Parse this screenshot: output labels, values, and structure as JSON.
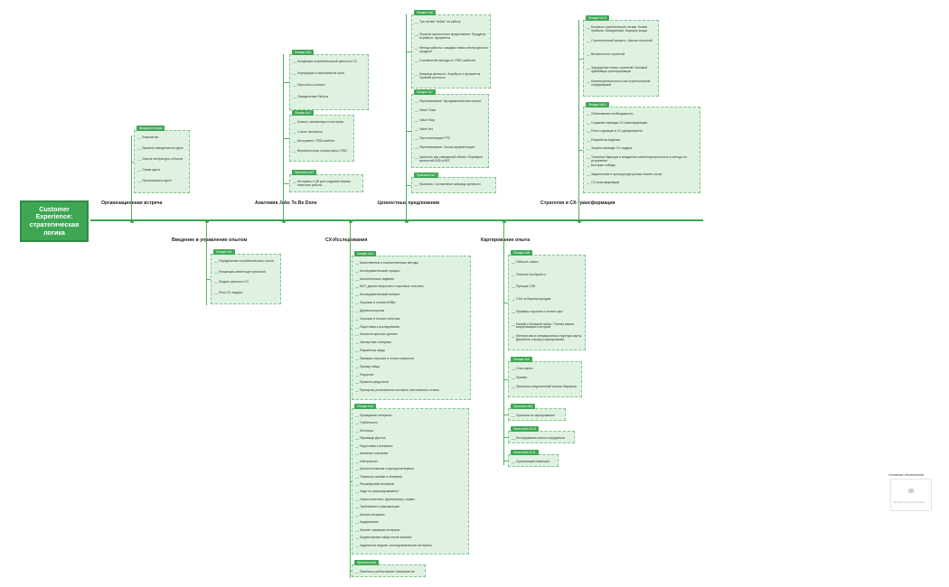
{
  "root_label": "Customer Experience: стратегическая логика",
  "legend_title": "Условные обозначения",
  "legend_caption": "Дизайн-проект (обучающий)",
  "top_branches": [
    {
      "label": "Организационная встреча",
      "boxes": [
        {
          "tag": "Вводная лекция",
          "items": [
            "Знакомство",
            "Правила поведения на курсе",
            "Список литературы и блогов",
            "Схема курса",
            "Организация в курсе"
          ]
        }
      ]
    },
    {
      "label": "Анатомия Jobs To Be Done",
      "boxes": [
        {
          "tag": "Лекция №3",
          "items": [
            "Концепция потребительской ценности CX",
            "Корпорация и изначальные цели",
            "Персона и контекст",
            "Определение Работы"
          ]
        },
        {
          "tag": "Лекция №3",
          "items": [
            "Классы, экземпляры и паттерны",
            "4 силы прогресса",
            "Инструмент JTBD-шаблон",
            "Вероятностная логика карты JTBD"
          ]
        },
        {
          "tag": "Практика №3",
          "items": [
            "Интервью с ИИ для создания первых пачечных работы"
          ]
        }
      ]
    },
    {
      "label": "Ценностные предложения",
      "boxes": [
        {
          "tag": "Лекция №6",
          "items": [
            "Три логики \"кейса\" на работу",
            "Понятие ценностного предложения. Продукты, Атрибуты, Аргументы",
            "Метода работы с каждым типом или процесса в продукте",
            "Составление выгоды от JTBD шаблона",
            "Матрица ценности. Атрибуты и Аргументы. Уровней ценности"
          ]
        },
        {
          "tag": "Лекция №7",
          "items": [
            "Переписывание \"фундаментальная логика\"",
            "Value Chain",
            "Value Shop",
            "Value Net",
            "Персонализация ТРС",
            "Переписывание \"логики аргументации\"",
            "Ценность как совокупный объект. Переворот ценностей B2B и B2C"
          ]
        },
        {
          "tag": "Практика №7",
          "items": [
            "Практика. Составление матрицы ценности"
          ]
        }
      ]
    },
    {
      "label": "Стратегия и CX-трансформация",
      "boxes": [
        {
          "tag": "Лекция №13",
          "items": [
            "Базовые стратегические логики. Новые прибыли. Конкуренция. Барьеры входа",
            "Стратегический процесс. Школы стратегий",
            "Вложенность стратегий",
            "Зарождение новых стратегий. Базовый фреймворк трансформации",
            "Клиентоцентричность как стратегический полуфабрикат"
          ]
        },
        {
          "tag": "Лекция №14",
          "items": [
            "Обоснование необходимости",
            "Создание команды CX-трансформации",
            "Роли и функции в CX-департаменте",
            "Разработка видения",
            "Защита команды CX-лидера",
            "Типичные барьеры и внедрение клиентоцентричности и методы их устранения",
            "Быстрые победы",
            "Закрепление в оргструктуре разных бизнес-логик",
            "CX-трансформация"
          ]
        }
      ]
    }
  ],
  "bottom_branches": [
    {
      "label": "Введение в управление опытом",
      "boxes": [
        {
          "tag": "Лекция №1",
          "items": [
            "Определение потребительского опыта",
            "Концепция клиентоцентричности",
            "Модель зрелости CX",
            "Роль CX-лидера"
          ]
        }
      ]
    },
    {
      "label": "CX-Исследования",
      "boxes": [
        {
          "tag": "Лекция №4",
          "items": [
            "Качественные и количественные методы",
            "Исследовательский процесс",
            "Аналитическое видение",
            "КИЛ, дерево вопросов и стартовые гипотезы",
            "Исследовательский интерес",
            "Хорошие и плохие КИВы",
            "Дерево вопросов",
            "Хорошие и плохие гипотезы",
            "Подготовка к исследованию",
            "Анализ вторичных данных",
            "Экспертные интервью",
            "Разработка гайда",
            "Примеры хороших и плохих вопросов",
            "Пример гайда",
            "Рекрутинг",
            "Правила рекрутинга",
            "Принципы установления контакта. Как повысить отклик"
          ]
        },
        {
          "tag": "Лекция №5",
          "items": [
            "Проведение интервью",
            "Глубинность",
            "Лестница",
            "Пирамида Дилтса",
            "Подготовка к интервью",
            "Активное слушание",
            "Нейтралитет",
            "Хронологическая структура интервью",
            "Типичные ошибки в интервью",
            "Расшифровка интервью",
            "Надо ли расшифровывать?",
            "Самостоятельно, фрилансеры, сервис",
            "Требования к транскрипции",
            "Анализ интервью",
            "Кодирование",
            "Чеклист проверки интервью",
            "Корректировка гайда после анализа",
            "Задания на неделю: исследовательское интервью"
          ]
        },
        {
          "tag": "Практика №5",
          "items": [
            "Практика: разбор ваших транскриптов"
          ]
        }
      ]
    },
    {
      "label": "Картирование опыта",
      "boxes": [
        {
          "tag": "Лекция №8",
          "items": [
            "Гибкость опыта",
            "Понятие touchpoint-а",
            "Функция CJM",
            "CJM vs Воронка продаж",
            "Примеры хороших и плохих карт",
            "Малый и большой набор. Почему важна визуализация и история",
            "Ментальная и операционная структура карты. Двигатель к фокусу картирования"
          ]
        },
        {
          "tag": "Лекция №9",
          "items": [
            "Слои карты",
            "Пример",
            "Причинно-следственный анализ барьеров"
          ]
        },
        {
          "tag": "Практика №9",
          "items": [
            "Практика по картированию"
          ]
        },
        {
          "tag": "Мини-кейс №10",
          "items": [
            "Исследования опыта сотрудников"
          ]
        },
        {
          "tag": "Мини-кейс №11",
          "items": [
            "Организация семинара"
          ]
        }
      ]
    }
  ],
  "colors": {
    "accent": "#3fa753",
    "box_fill": "#dff2e2",
    "box_border": "#7cc48a"
  }
}
